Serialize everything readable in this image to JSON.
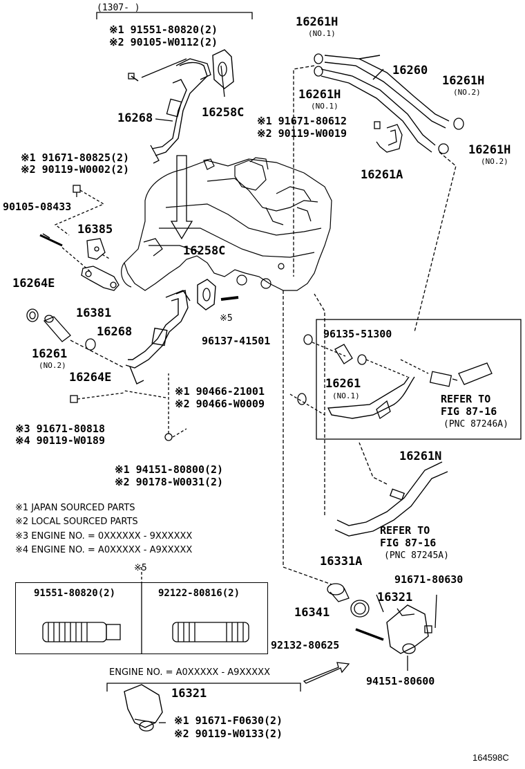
{
  "range_label": "(1307-      )",
  "top_left": {
    "a1": "※1 91551-80820(2)",
    "a2": "※2 90105-W0112(2)",
    "p16268a": "16268",
    "p16258c_a": "16258C"
  },
  "left_mid": {
    "b1": "※1 91671-80825(2)",
    "b2": "※2 90119-W0002(2)",
    "p90105": "90105-08433",
    "p16385": "16385",
    "p16381": "16381",
    "p16264e_a": "16264E",
    "p16261_no2": "16261",
    "no2": "(NO.2)",
    "p16264e_b": "16264E",
    "p16268b": "16268",
    "p16258c_b": "16258C",
    "star5": "※5"
  },
  "left_low": {
    "c3": "※3 91671-80818",
    "c4": "※4 90119-W0189",
    "d1": "※1 94151-80800(2)",
    "d2": "※2 90178-W0031(2)"
  },
  "top_right": {
    "h_no1_top": "16261H",
    "no1_top": "(NO.1)",
    "h_no1_mid": "16261H",
    "no1_mid": "(NO.1)",
    "p16260": "16260",
    "h_no2_top": "16261H",
    "no2_top": "(NO.2)",
    "h_no2_mid": "16261H",
    "no2_mid": "(NO.2)",
    "e1": "※1 91671-80612",
    "e2": "※2 90119-W0019",
    "p16261a": "16261A"
  },
  "box_right": {
    "p96137": "96137-41501",
    "p96135": "96135-51300",
    "p16261_no1": "16261",
    "no1": "(NO.1)",
    "refer1": "REFER TO",
    "fig1": "FIG 87-16",
    "pnc1": "(PNC 87246A)",
    "f1": "※1 90466-21001",
    "f2": "※2 90466-W0009"
  },
  "right_low": {
    "p16261n": "16261N",
    "refer2": "REFER TO",
    "fig2": "FIG 87-16",
    "pnc2": "(PNC 87245A)",
    "p16331a": "16331A",
    "p91671_80630": "91671-80630",
    "p16321": "16321",
    "p16341": "16341",
    "p92132": "92132-80625",
    "p94151": "94151-80600"
  },
  "notes": {
    "n1": "※1 JAPAN SOURCED PARTS",
    "n2": "※2 LOCAL SOURCED PARTS",
    "n3": "※3 ENGINE NO. = 0XXXXXX - 9XXXXXX",
    "n4": "※4 ENGINE NO. = A0XXXXX - A9XXXXX"
  },
  "table": {
    "star5": "※5",
    "col1": "91551-80820(2)",
    "col2": "92122-80816(2)"
  },
  "bottom": {
    "engine_no": "ENGINE NO. = A0XXXXX - A9XXXXX",
    "p16321b": "16321",
    "g1": "※1 91671-F0630(2)",
    "g2": "※2 90119-W0133(2)"
  },
  "diagram_id": "164598C"
}
